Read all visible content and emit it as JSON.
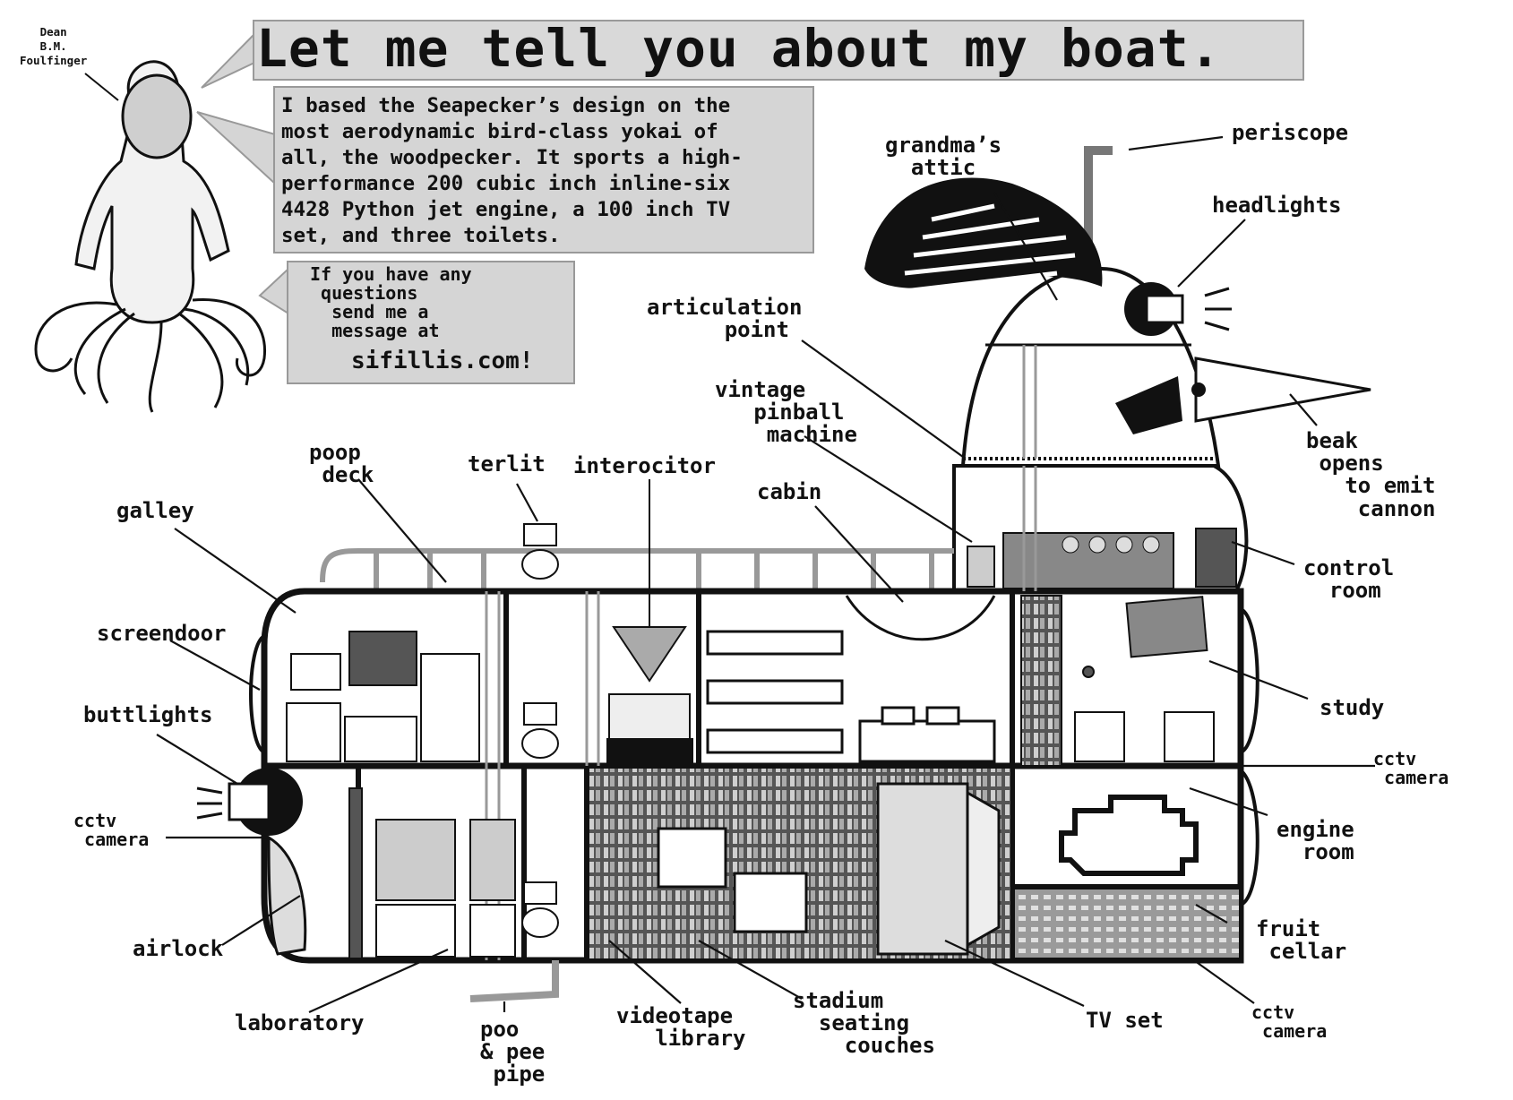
{
  "author": "Dean\nB.M.\nFoulfinger",
  "title": "Let me tell you about my boat.",
  "intro": "I based the Seapecker’s design on the\nmost aerodynamic bird-class yokai of\nall, the woodpecker. It sports a high-\nperformance 200 cubic inch inline-six\n4428 Python jet engine, a 100 inch TV\nset, and three toilets.",
  "contact": {
    "text": "If you have any\n questions\n  send me a\n  message at",
    "site": "sifillis.com!"
  },
  "labels": {
    "grandmas_attic": "grandma’s\n  attic",
    "periscope": "periscope",
    "headlights": "headlights",
    "articulation_point": "articulation\n      point",
    "vintage_pinball": "vintage\n   pinball\n    machine",
    "beak_opens": "beak\n opens\n   to emit\n    cannon",
    "poop_deck": "poop\n deck",
    "terlit": "terlit",
    "interocitor": "interocitor",
    "cabin": "cabin",
    "galley": "galley",
    "control_room": "control\n  room",
    "screendoor": "screendoor",
    "study": "study",
    "buttlights": "buttlights",
    "cctv_right": "cctv\n camera",
    "engine_room": "engine\n  room",
    "cctv_left": "cctv\n camera",
    "airlock": "airlock",
    "fruit_cellar": "fruit\n cellar",
    "laboratory": "laboratory",
    "poo_pee_pipe": "poo\n& pee\n pipe",
    "videotape_library": "videotape\n   library",
    "stadium_couches": "stadium\n  seating\n    couches",
    "tv_set": "TV set",
    "cctv_bottom": "cctv\n camera"
  }
}
